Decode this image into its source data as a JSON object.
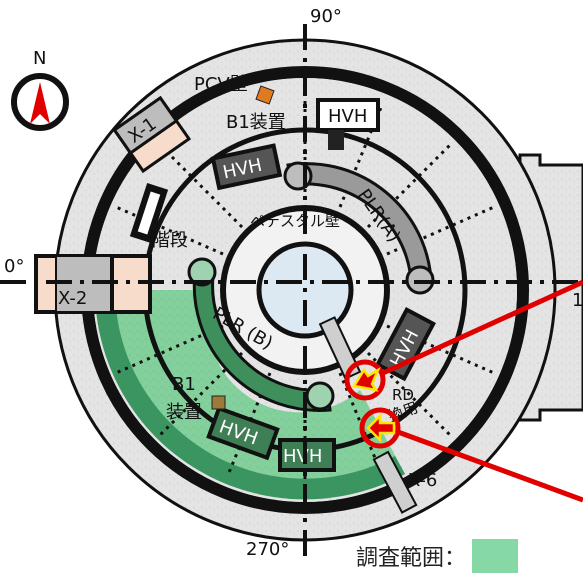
{
  "compass": {
    "label": "N",
    "icon": "north-arrow-icon"
  },
  "angles": {
    "top": "90°",
    "bottom": "270°",
    "left": "0°",
    "right": "1"
  },
  "labels": {
    "pcv_wall": "PCV壁",
    "x1": "X-1",
    "x2": "X-2",
    "x6": "X-6",
    "b1_device_top": "B1装置",
    "b1_device_left_1": "B1",
    "b1_device_left_2": "装置",
    "hvh": "HVH",
    "stairs": "階段",
    "pedestal_wall": "ペデスタル壁",
    "plr_a": "PLR(A)",
    "plr_b": "PLR (B)",
    "crd_1": "RD",
    "crd_2": "換用"
  },
  "legend": {
    "label": "調査範囲：",
    "color": "#86d8a6"
  },
  "colors": {
    "survey_area": "#86d8a6",
    "survey_area_fill": "#5fbf82",
    "marker_red": "#e00000",
    "marker_yellow": "#ffe600",
    "wall_dark": "#111111"
  }
}
